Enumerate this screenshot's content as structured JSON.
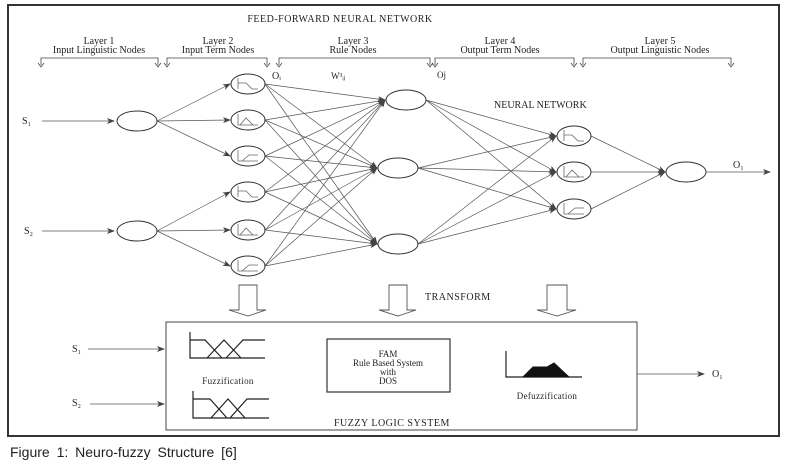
{
  "title": "FEED-FORWARD NEURAL NETWORK",
  "layers": [
    {
      "name": "Layer 1",
      "subtitle": "Input Linguistic Nodes"
    },
    {
      "name": "Layer 2",
      "subtitle": "Input Term Nodes"
    },
    {
      "name": "Layer 3",
      "subtitle": "Rule Nodes"
    },
    {
      "name": "Layer 4",
      "subtitle": "Output Term Nodes"
    },
    {
      "name": "Layer 5",
      "subtitle": "Output Linguistic Nodes"
    }
  ],
  "labels": {
    "input1": "S₁",
    "input2": "S₂",
    "oi": "Oᵢ",
    "weight": "W³ᵢⱼ",
    "oj": "Oj",
    "neural_network": "NEURAL NETWORK",
    "output": "O₁",
    "transform": "TRANSFORM"
  },
  "fuzzy": {
    "title": "FUZZY LOGIC SYSTEM",
    "fuzzification": "Fuzzification",
    "defuzzification": "Defuzzification",
    "fam_lines": [
      "FAM",
      "Rule Based System",
      "with",
      "DOS"
    ],
    "input1": "S₁",
    "input2": "S₂",
    "output": "O₁"
  },
  "caption": "Figure 1: Neuro-fuzzy Structure [6]"
}
